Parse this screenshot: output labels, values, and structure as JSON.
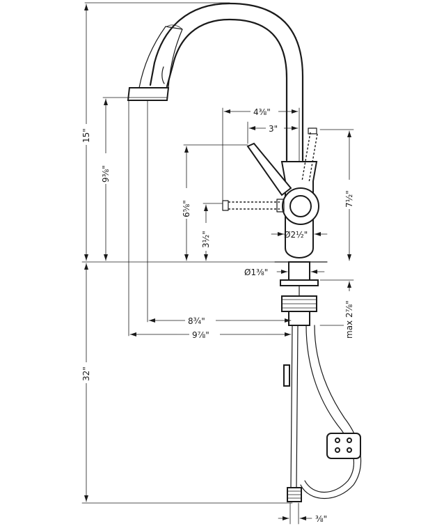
{
  "dimensions": {
    "total_height_above": "15\"",
    "total_height_below": "32\"",
    "spout_clearance": "9⅜\"",
    "handle_height": "6⅝\"",
    "handle_pivot_height": "3½\"",
    "body_height": "7½\"",
    "handle_reach_outer": "4⅜\"",
    "handle_reach_inner": "3\"",
    "body_diameter": "Ø2½\"",
    "shank_diameter": "Ø1⅜\"",
    "max_deck_thickness": "max 2⅞\"",
    "spout_reach_inner": "8¾\"",
    "spout_reach_outer": "9⅞\"",
    "connection_size": "⅜\""
  },
  "colors": {
    "line": "#1a1a1a",
    "background": "#ffffff"
  }
}
